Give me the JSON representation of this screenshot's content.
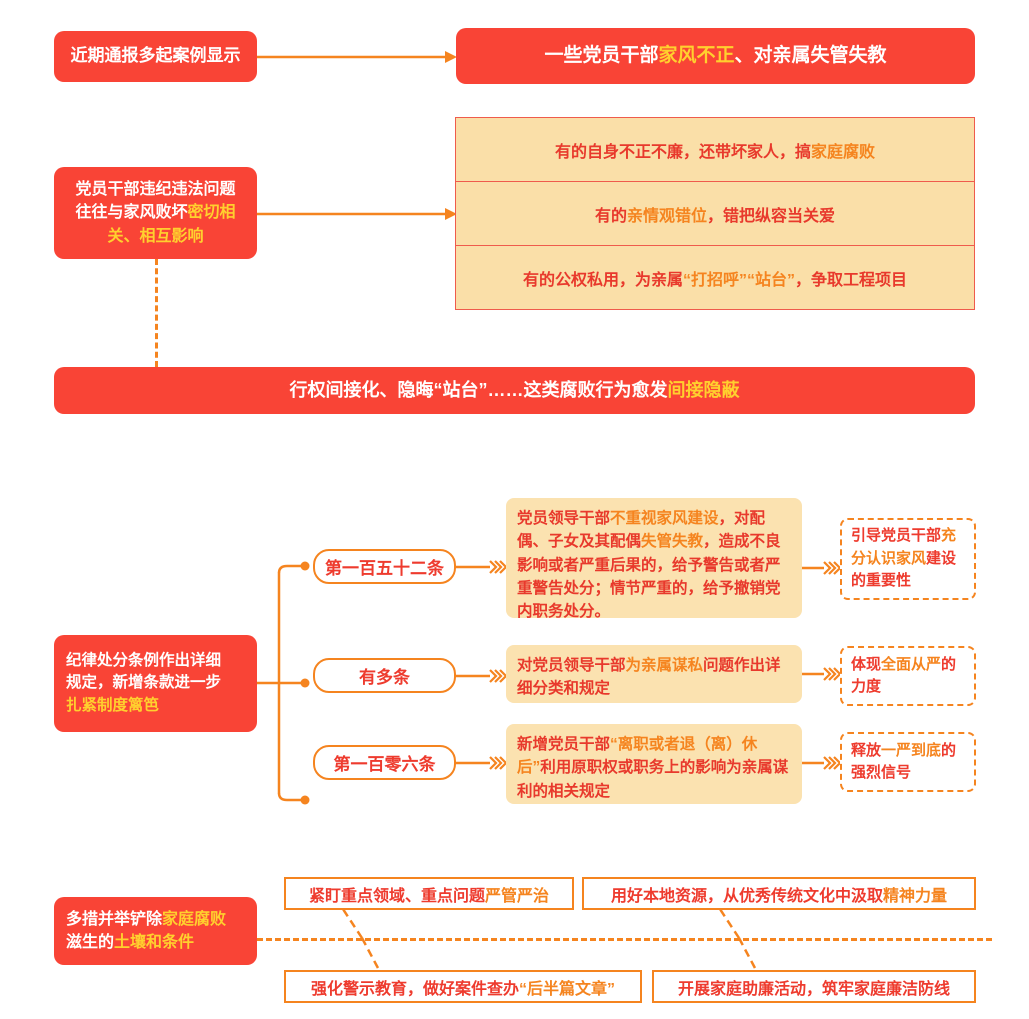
{
  "section1": {
    "source_label": "近期通报多起案例显示",
    "headline": {
      "pre": "一些党员干部",
      "hl": "家风不正",
      "post": "、对亲属失管失教"
    },
    "cause_box": {
      "line1": "党员干部违纪违法问题",
      "line2_pre": "往往与家风败坏",
      "line2_hl": "密切相",
      "line3_hl": "关、相互影响"
    },
    "examples": [
      {
        "pre": "有的自身不正不廉，还带坏家人，搞",
        "hl": "家庭腐败",
        "post": ""
      },
      {
        "pre": "有的",
        "hl": "亲情观错位",
        "post": "，错把纵容当关爱"
      },
      {
        "pre": "有的公权私用，为亲属",
        "hl": "“打招呼”“站台”",
        "post": "，争取工程项目"
      }
    ],
    "summary": {
      "pre": "行权间接化、隐晦“站台”……这类腐败行为愈发",
      "hl": "间接隐蔽"
    }
  },
  "section2": {
    "root": {
      "line1": "纪律处分条例作出详细",
      "line2": "规定，新增条款进一步",
      "line3_hl": "扎紧制度篱笆"
    },
    "branches": [
      {
        "pill": "第一百五十二条",
        "detail": {
          "p1": "党员领导干部",
          "h1": "不重视家风建设",
          "p2": "，对配偶、子女及其配偶",
          "h2": "失管失教",
          "p3": "，造成不良影响或者严重后果的，给予警告或者严重警告处分；情节严重的，给予撤销党内职务处分。"
        },
        "outcome": {
          "p1": "引导党员干部",
          "h1": "充分认识家风",
          "p2": "建设的重要性"
        }
      },
      {
        "pill": "有多条",
        "detail": {
          "p1": "对党员领导干部",
          "h1": "为亲属谋私",
          "p2": "问题作出详细分类和规定",
          "h2": "",
          "p3": ""
        },
        "outcome": {
          "p1": "体现",
          "h1": "全面从严",
          "p2": "的力度"
        }
      },
      {
        "pill": "第一百零六条",
        "detail": {
          "p1": "新增党员干部",
          "h1": "“离职或者退（离）休后”",
          "p2": "利用原职权或职务上的影响为亲属谋利的相关规定",
          "h2": "",
          "p3": ""
        },
        "outcome": {
          "p1": "释放",
          "h1": "一严到底",
          "p2": "的强烈信号"
        }
      }
    ]
  },
  "section3": {
    "root": {
      "line1_pre": "多措并举铲除",
      "line1_hl": "家庭腐败",
      "line2_pre": "滋生的",
      "line2_hl": "土壤和条件"
    },
    "measures_top": [
      {
        "pre": "紧盯重点领域、重点问题",
        "hl": "严管严治"
      },
      {
        "pre": "用好本地资源，从优秀传统文化中汲取",
        "hl": "精神力量"
      }
    ],
    "measures_bottom": [
      {
        "pre": "强化警示教育，做好案件查办",
        "hl": "“后半篇文章”"
      },
      {
        "pre": "开展家庭助廉活动，筑牢家庭廉洁防线",
        "hl": ""
      }
    ]
  },
  "colors": {
    "red": "#f94436",
    "orange": "#f5841f",
    "yellow": "#ffd02e",
    "tan": "#fadfa8",
    "text_red": "#ee3b2e"
  }
}
